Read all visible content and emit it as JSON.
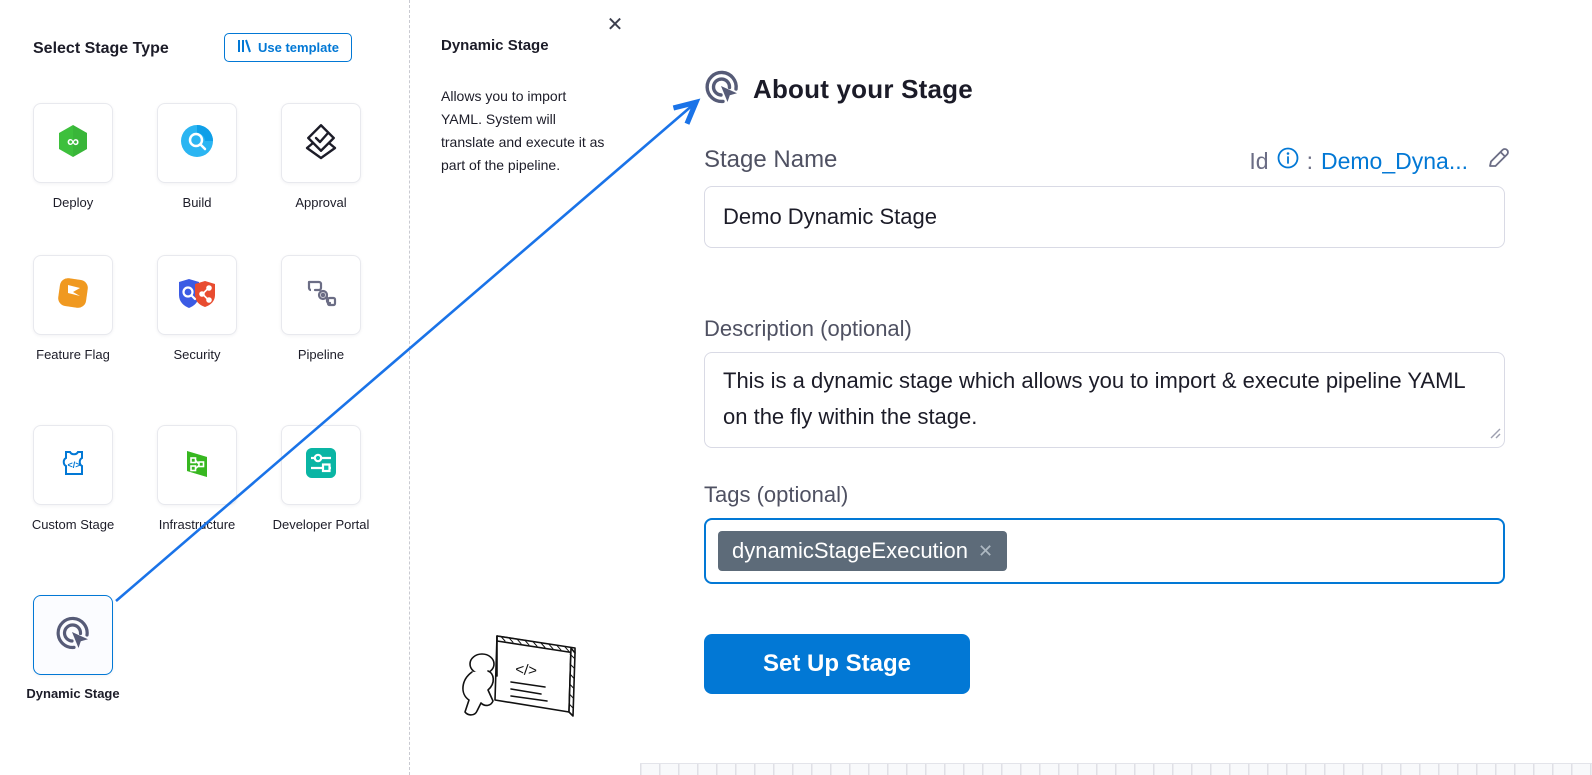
{
  "colors": {
    "primary_blue": "#0278d5",
    "arrow_blue": "#1a73e8",
    "text_dark": "#1c1c28",
    "label_gray": "#4f5162",
    "muted_gray": "#6b6d85",
    "tag_chip_bg": "#5d6b79"
  },
  "left_panel": {
    "title": "Select Stage Type",
    "use_template_label": "Use template",
    "stages": [
      {
        "label": "Deploy",
        "icon": "deploy-cd-icon"
      },
      {
        "label": "Build",
        "icon": "build-ci-icon"
      },
      {
        "label": "Approval",
        "icon": "approval-icon"
      },
      {
        "label": "Feature Flag",
        "icon": "feature-flag-icon"
      },
      {
        "label": "Security",
        "icon": "security-icon"
      },
      {
        "label": "Pipeline",
        "icon": "pipeline-icon"
      },
      {
        "label": "Custom Stage",
        "icon": "custom-stage-icon"
      },
      {
        "label": "Infrastructure",
        "icon": "infrastructure-icon"
      },
      {
        "label": "Developer Portal",
        "icon": "developer-portal-icon"
      },
      {
        "label": "Dynamic Stage",
        "icon": "dynamic-stage-icon",
        "selected": true
      }
    ]
  },
  "info_panel": {
    "title": "Dynamic Stage",
    "description": "Allows you to import YAML. System will translate and execute it as part of the pipeline.",
    "illustration": "presenter-whiteboard-illustration"
  },
  "about_panel": {
    "title": "About your Stage",
    "title_icon": "dynamic-stage-icon",
    "stage_name_label": "Stage Name",
    "id_label": "Id",
    "id_colon": ":",
    "id_value": "Demo_Dyna...",
    "stage_name_value": "Demo Dynamic Stage",
    "description_label": "Description (optional)",
    "description_value": "This is a dynamic stage which allows you to import & execute pipeline YAML on the fly within the stage.",
    "tags_label": "Tags (optional)",
    "tags": [
      {
        "label": "dynamicStageExecution"
      }
    ],
    "setup_button_label": "Set Up Stage"
  },
  "icons": {
    "close_glyph": "✕",
    "tag_remove_glyph": "✕"
  }
}
